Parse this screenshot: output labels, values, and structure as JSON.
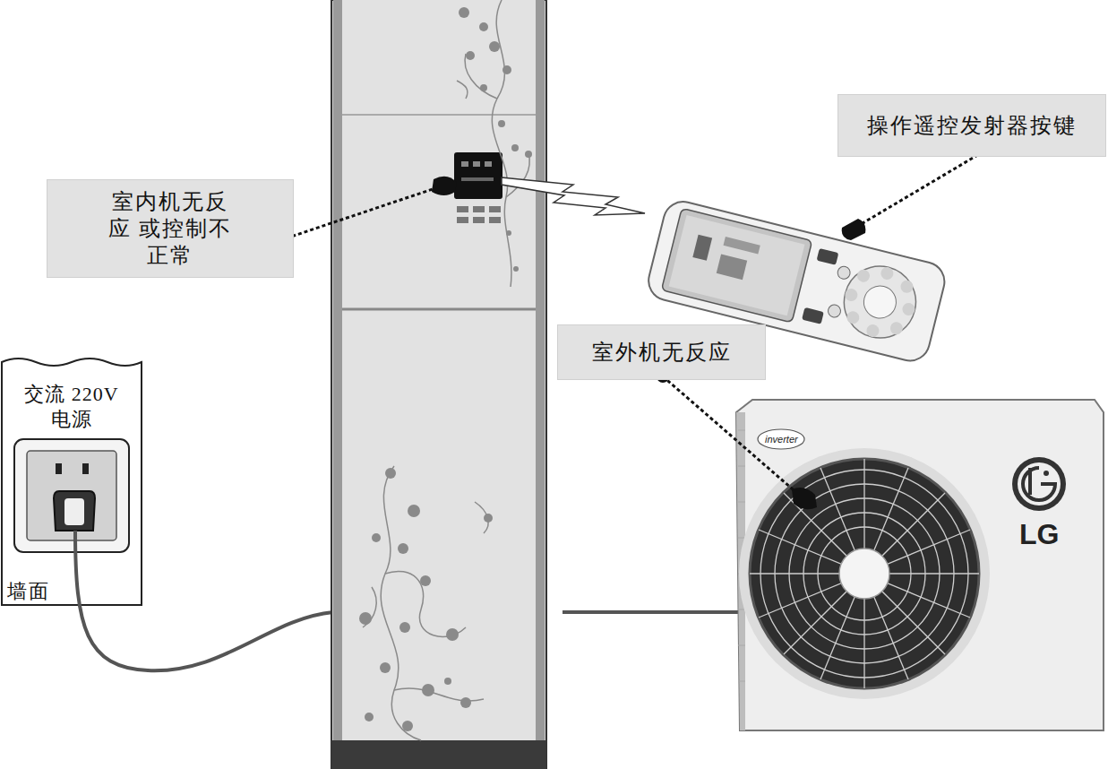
{
  "diagram": {
    "nodes": [
      {
        "text": [
          "室内机无反应 或控制不正常"
        ]
      },
      {
        "text": [
          "操作遥控发射器按键"
        ]
      },
      {
        "text": [
          "室外机无反应"
        ]
      },
      {
        "text": [
          "交流 220V电源",
          "墙面"
        ]
      }
    ],
    "labels": [
      "inverter",
      "LG"
    ]
  }
}
